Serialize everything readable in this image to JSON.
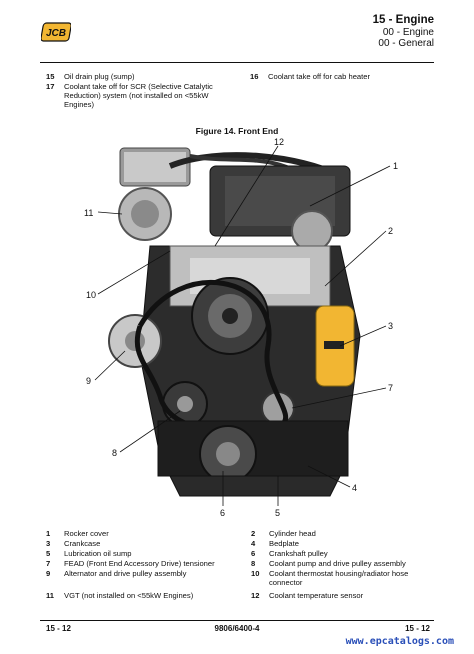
{
  "header": {
    "section": "15 - Engine",
    "sub1": "00 - Engine",
    "sub2": "00 - General"
  },
  "top_items": [
    {
      "num": "15",
      "text": "Oil drain plug (sump)"
    },
    {
      "num": "17",
      "text": "Coolant take off for SCR (Selective Catalytic Reduction) system (not installed on <55kW Engines)"
    }
  ],
  "top_items_right": [
    {
      "num": "16",
      "text": "Coolant take off for cab heater"
    }
  ],
  "figure": {
    "caption": "Figure 14. Front End",
    "callouts": [
      "1",
      "2",
      "3",
      "4",
      "5",
      "6",
      "7",
      "8",
      "9",
      "10",
      "11",
      "12"
    ]
  },
  "key": [
    [
      {
        "num": "1",
        "text": "Rocker cover"
      },
      {
        "num": "2",
        "text": "Cylinder head"
      }
    ],
    [
      {
        "num": "3",
        "text": "Crankcase"
      },
      {
        "num": "4",
        "text": "Bedplate"
      }
    ],
    [
      {
        "num": "5",
        "text": "Lubrication oil sump"
      },
      {
        "num": "6",
        "text": "Crankshaft pulley"
      }
    ],
    [
      {
        "num": "7",
        "text": "FEAD (Front End Accessory Drive) tensioner"
      },
      {
        "num": "8",
        "text": "Coolant pump and drive pulley assembly"
      }
    ],
    [
      {
        "num": "9",
        "text": "Alternator and drive pulley assembly"
      },
      {
        "num": "10",
        "text": "Coolant thermostat housing/radiator hose connector"
      }
    ],
    [
      {
        "num": "11",
        "text": "VGT (not installed on <55kW Engines)"
      },
      {
        "num": "12",
        "text": "Coolant temperature sensor"
      }
    ]
  ],
  "footer": {
    "left": "15 - 12",
    "center": "9806/6400-4",
    "right": "15 - 12"
  },
  "watermark": "www.epcatalogs.com",
  "colors": {
    "filter": "#f2b632",
    "engine": "#2a2a2a",
    "text": "#111111"
  }
}
